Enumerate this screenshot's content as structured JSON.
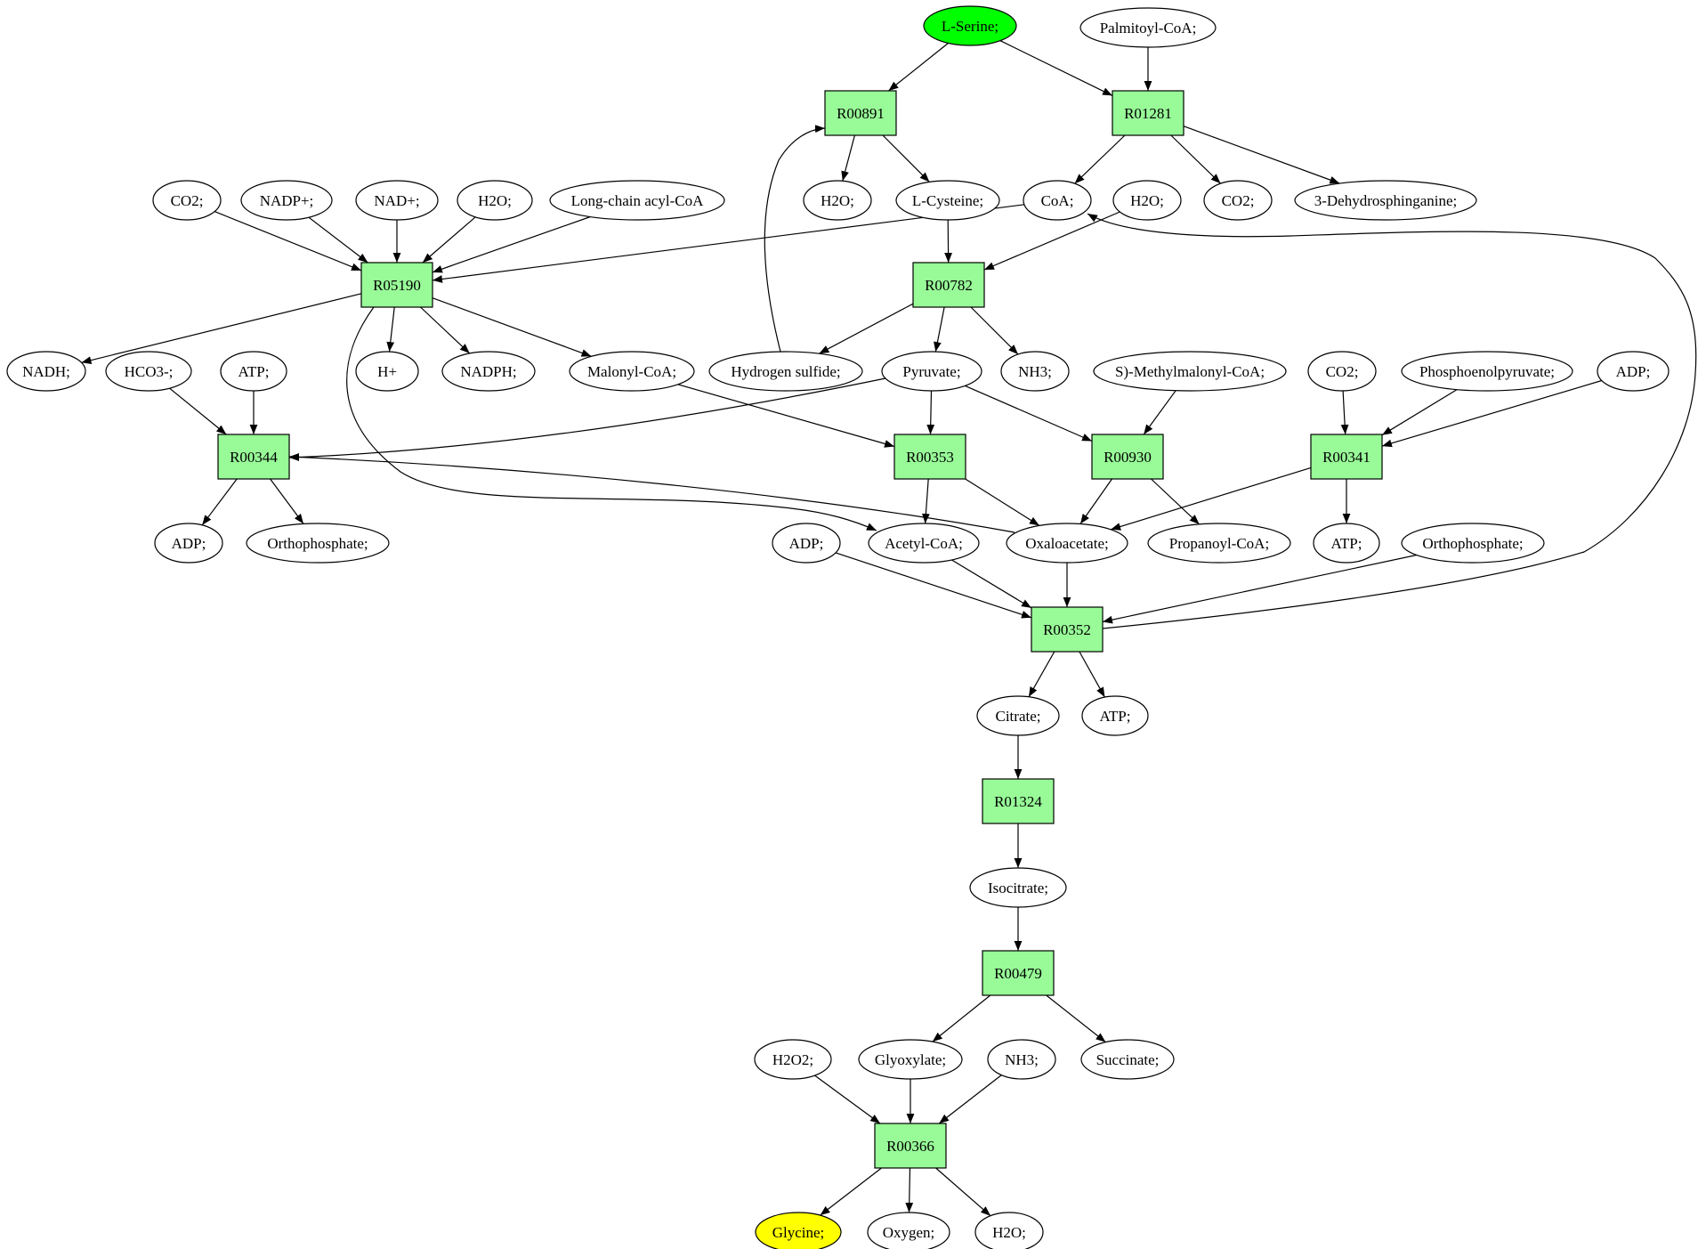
{
  "colors": {
    "reaction_fill": "#98fb98",
    "compound_fill": "#ffffff",
    "source_fill": "#00ff00",
    "target_fill": "#ffff00",
    "stroke": "#000000"
  },
  "nodes": [
    {
      "id": "lserine",
      "kind": "source",
      "label": "L-Serine;"
    },
    {
      "id": "palmitoyl",
      "kind": "compound",
      "label": "Palmitoyl-CoA;"
    },
    {
      "id": "R00891",
      "kind": "reaction",
      "label": "R00891"
    },
    {
      "id": "R01281",
      "kind": "reaction",
      "label": "R01281"
    },
    {
      "id": "co2_a",
      "kind": "compound",
      "label": "CO2;"
    },
    {
      "id": "nadp_plus",
      "kind": "compound",
      "label": "NADP+;"
    },
    {
      "id": "nad_plus",
      "kind": "compound",
      "label": "NAD+;"
    },
    {
      "id": "h2o_a",
      "kind": "compound",
      "label": "H2O;"
    },
    {
      "id": "lcacoa",
      "kind": "compound",
      "label": "Long-chain acyl-CoA"
    },
    {
      "id": "h2o_b",
      "kind": "compound",
      "label": "H2O;"
    },
    {
      "id": "lcys",
      "kind": "compound",
      "label": "L-Cysteine;"
    },
    {
      "id": "coa",
      "kind": "compound",
      "label": "CoA;"
    },
    {
      "id": "h2o_c",
      "kind": "compound",
      "label": "H2O;"
    },
    {
      "id": "co2_b",
      "kind": "compound",
      "label": "CO2;"
    },
    {
      "id": "dehydro",
      "kind": "compound",
      "label": "3-Dehydrosphinganine;"
    },
    {
      "id": "R05190",
      "kind": "reaction",
      "label": "R05190"
    },
    {
      "id": "R00782",
      "kind": "reaction",
      "label": "R00782"
    },
    {
      "id": "nadh",
      "kind": "compound",
      "label": "NADH;"
    },
    {
      "id": "hco3",
      "kind": "compound",
      "label": "HCO3-;"
    },
    {
      "id": "atp_a",
      "kind": "compound",
      "label": "ATP;"
    },
    {
      "id": "hplus",
      "kind": "compound",
      "label": "H+"
    },
    {
      "id": "nadph",
      "kind": "compound",
      "label": "NADPH;"
    },
    {
      "id": "malonyl",
      "kind": "compound",
      "label": "Malonyl-CoA;"
    },
    {
      "id": "h2s",
      "kind": "compound",
      "label": "Hydrogen sulfide;"
    },
    {
      "id": "pyruvate",
      "kind": "compound",
      "label": "Pyruvate;"
    },
    {
      "id": "nh3_a",
      "kind": "compound",
      "label": "NH3;"
    },
    {
      "id": "smm",
      "kind": "compound",
      "label": "S)-Methylmalonyl-CoA;"
    },
    {
      "id": "co2_c",
      "kind": "compound",
      "label": "CO2;"
    },
    {
      "id": "pep",
      "kind": "compound",
      "label": "Phosphoenolpyruvate;"
    },
    {
      "id": "adp_a",
      "kind": "compound",
      "label": "ADP;"
    },
    {
      "id": "R00344",
      "kind": "reaction",
      "label": "R00344"
    },
    {
      "id": "R00353",
      "kind": "reaction",
      "label": "R00353"
    },
    {
      "id": "R00930",
      "kind": "reaction",
      "label": "R00930"
    },
    {
      "id": "R00341",
      "kind": "reaction",
      "label": "R00341"
    },
    {
      "id": "adp_b",
      "kind": "compound",
      "label": "ADP;"
    },
    {
      "id": "ortho_a",
      "kind": "compound",
      "label": "Orthophosphate;"
    },
    {
      "id": "adp_c",
      "kind": "compound",
      "label": "ADP;"
    },
    {
      "id": "acetyl",
      "kind": "compound",
      "label": "Acetyl-CoA;"
    },
    {
      "id": "oxalo",
      "kind": "compound",
      "label": "Oxaloacetate;"
    },
    {
      "id": "propanoyl",
      "kind": "compound",
      "label": "Propanoyl-CoA;"
    },
    {
      "id": "atp_b",
      "kind": "compound",
      "label": "ATP;"
    },
    {
      "id": "ortho_b",
      "kind": "compound",
      "label": "Orthophosphate;"
    },
    {
      "id": "R00352",
      "kind": "reaction",
      "label": "R00352"
    },
    {
      "id": "citrate",
      "kind": "compound",
      "label": "Citrate;"
    },
    {
      "id": "atp_c",
      "kind": "compound",
      "label": "ATP;"
    },
    {
      "id": "R01324",
      "kind": "reaction",
      "label": "R01324"
    },
    {
      "id": "isocitrate",
      "kind": "compound",
      "label": "Isocitrate;"
    },
    {
      "id": "R00479",
      "kind": "reaction",
      "label": "R00479"
    },
    {
      "id": "h2o2",
      "kind": "compound",
      "label": "H2O2;"
    },
    {
      "id": "glyoxylate",
      "kind": "compound",
      "label": "Glyoxylate;"
    },
    {
      "id": "nh3_b",
      "kind": "compound",
      "label": "NH3;"
    },
    {
      "id": "succinate",
      "kind": "compound",
      "label": "Succinate;"
    },
    {
      "id": "R00366",
      "kind": "reaction",
      "label": "R00366"
    },
    {
      "id": "glycine",
      "kind": "target",
      "label": "Glycine;"
    },
    {
      "id": "oxygen",
      "kind": "compound",
      "label": "Oxygen;"
    },
    {
      "id": "h2o_d",
      "kind": "compound",
      "label": "H2O;"
    }
  ],
  "edges": [
    {
      "from": "lserine",
      "to": "R00891"
    },
    {
      "from": "lserine",
      "to": "R01281"
    },
    {
      "from": "palmitoyl",
      "to": "R01281"
    },
    {
      "from": "R00891",
      "to": "h2o_b"
    },
    {
      "from": "R00891",
      "to": "lcys"
    },
    {
      "from": "R01281",
      "to": "coa"
    },
    {
      "from": "R01281",
      "to": "co2_b"
    },
    {
      "from": "R01281",
      "to": "dehydro"
    },
    {
      "from": "co2_a",
      "to": "R05190"
    },
    {
      "from": "nadp_plus",
      "to": "R05190"
    },
    {
      "from": "nad_plus",
      "to": "R05190"
    },
    {
      "from": "h2o_a",
      "to": "R05190"
    },
    {
      "from": "lcacoa",
      "to": "R05190"
    },
    {
      "from": "coa",
      "to": "R05190"
    },
    {
      "from": "lcys",
      "to": "R00782"
    },
    {
      "from": "h2o_c",
      "to": "R00782"
    },
    {
      "from": "R05190",
      "to": "nadh"
    },
    {
      "from": "R05190",
      "to": "hplus"
    },
    {
      "from": "R05190",
      "to": "nadph"
    },
    {
      "from": "R05190",
      "to": "malonyl"
    },
    {
      "from": "R05190",
      "to": "acetyl"
    },
    {
      "from": "R00782",
      "to": "h2s"
    },
    {
      "from": "R00782",
      "to": "pyruvate"
    },
    {
      "from": "R00782",
      "to": "nh3_a"
    },
    {
      "from": "h2s",
      "to": "R00891"
    },
    {
      "from": "hco3",
      "to": "R00344"
    },
    {
      "from": "atp_a",
      "to": "R00344"
    },
    {
      "from": "pyruvate",
      "to": "R00344"
    },
    {
      "from": "oxalo",
      "to": "R00344"
    },
    {
      "from": "malonyl",
      "to": "R00353"
    },
    {
      "from": "pyruvate",
      "to": "R00353"
    },
    {
      "from": "pyruvate",
      "to": "R00930"
    },
    {
      "from": "smm",
      "to": "R00930"
    },
    {
      "from": "co2_c",
      "to": "R00341"
    },
    {
      "from": "pep",
      "to": "R00341"
    },
    {
      "from": "adp_a",
      "to": "R00341"
    },
    {
      "from": "R00344",
      "to": "adp_b"
    },
    {
      "from": "R00344",
      "to": "ortho_a"
    },
    {
      "from": "R00353",
      "to": "acetyl"
    },
    {
      "from": "R00353",
      "to": "oxalo"
    },
    {
      "from": "R00930",
      "to": "oxalo"
    },
    {
      "from": "R00930",
      "to": "propanoyl"
    },
    {
      "from": "R00341",
      "to": "oxalo"
    },
    {
      "from": "R00341",
      "to": "atp_b"
    },
    {
      "from": "adp_c",
      "to": "R00352"
    },
    {
      "from": "acetyl",
      "to": "R00352"
    },
    {
      "from": "oxalo",
      "to": "R00352"
    },
    {
      "from": "ortho_b",
      "to": "R00352"
    },
    {
      "from": "R00352",
      "to": "coa"
    },
    {
      "from": "R00352",
      "to": "citrate"
    },
    {
      "from": "R00352",
      "to": "atp_c"
    },
    {
      "from": "citrate",
      "to": "R01324"
    },
    {
      "from": "R01324",
      "to": "isocitrate"
    },
    {
      "from": "isocitrate",
      "to": "R00479"
    },
    {
      "from": "R00479",
      "to": "glyoxylate"
    },
    {
      "from": "R00479",
      "to": "succinate"
    },
    {
      "from": "h2o2",
      "to": "R00366"
    },
    {
      "from": "glyoxylate",
      "to": "R00366"
    },
    {
      "from": "nh3_b",
      "to": "R00366"
    },
    {
      "from": "R00366",
      "to": "glycine"
    },
    {
      "from": "R00366",
      "to": "oxygen"
    },
    {
      "from": "R00366",
      "to": "h2o_d"
    }
  ]
}
